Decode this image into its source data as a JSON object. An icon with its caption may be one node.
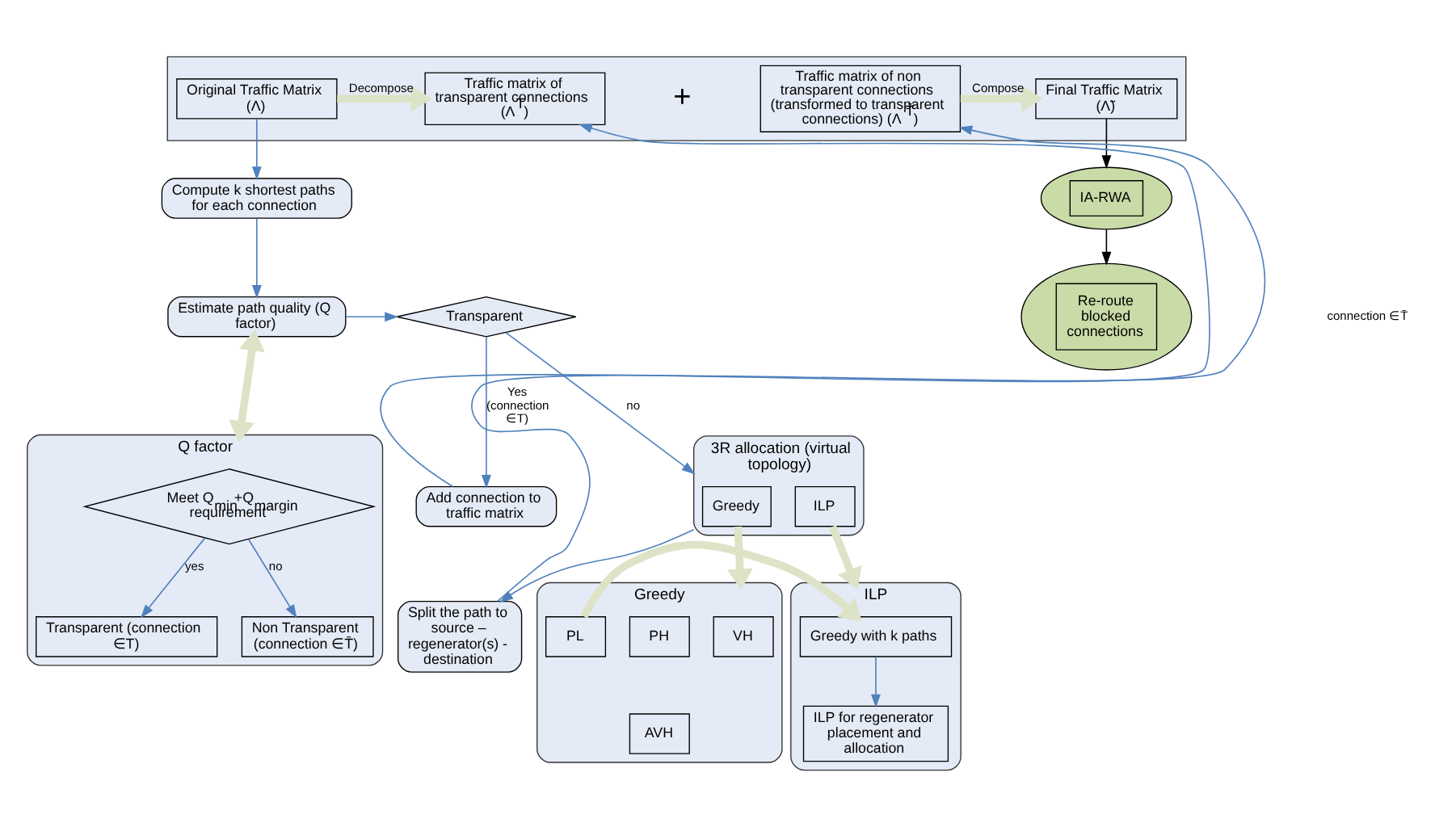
{
  "diagram": {
    "nodes": [
      {
        "text": [],
        "shape": "box"
      },
      {
        "text": [
          "Original Traffic Matrix (Λ)"
        ],
        "in": 0
      },
      {
        "text": [
          "Traffic matrix of transparent connections (Λ$^{T}$)"
        ],
        "in": 0
      },
      {
        "text": [
          "Traffic matrix of non transparent connections (transformed to transparent connections) (Λ$^{T̄}$)"
        ],
        "in": 0
      },
      {
        "text": [
          "Final Traffic Matrix (Λ̃)"
        ],
        "in": 0
      },
      {
        "text": [
          "Compute k shortest paths for each connection"
        ]
      },
      {
        "text": [
          "Estimate path quality (Q factor)"
        ]
      },
      {
        "text": [
          "Transparent"
        ]
      },
      {
        "text": [
          "Add connection to traffic matrix"
        ]
      },
      {
        "text": [
          "3R allocation (virtual topology)"
        ]
      },
      {
        "text": [
          "Greedy"
        ],
        "in": 9
      },
      {
        "text": [
          "ILP"
        ],
        "in": 9
      },
      {
        "text": [
          "Split the path to source – regenerator(s) - destination"
        ]
      },
      {
        "text": [
          "IA-RWA"
        ]
      },
      {
        "text": [
          "Re-route blocked connections"
        ]
      },
      {
        "text": [
          "Q factor"
        ]
      },
      {
        "text": [
          "Meet Q$_{min}$+Q$_{margin}$ requirement"
        ],
        "in": 15
      },
      {
        "text": [
          "Transparent (connection ∈T)"
        ],
        "in": 15
      },
      {
        "text": [
          "Non Transparent (connection ∈T̄)"
        ],
        "in": 15
      },
      {
        "text": [
          "Greedy"
        ]
      },
      {
        "text": [
          "VH"
        ],
        "in": 19
      },
      {
        "text": [
          "PH"
        ],
        "in": 19
      },
      {
        "text": [
          "PL"
        ],
        "in": 19
      },
      {
        "text": [
          "AVH"
        ],
        "in": 19
      },
      {
        "text": [
          "ILP"
        ]
      },
      {
        "text": [
          "Greedy with k paths"
        ],
        "in": 24
      },
      {
        "text": [
          "ILP for regenerator placement and allocation"
        ],
        "in": 24
      }
    ],
    "edges": [
      {
        "from": 1,
        "to": 2,
        "arrow": "to",
        "label": "Decompose",
        "style": "thick",
        "color": "#dde3c6"
      },
      {
        "from": 3,
        "to": 4,
        "arrow": "to",
        "label": "Compose",
        "style": "thick",
        "color": "#dde3c6"
      },
      {
        "from": 1,
        "to": 5,
        "arrow": "to"
      },
      {
        "from": 5,
        "to": 6,
        "arrow": "to"
      },
      {
        "from": 6,
        "to": 7,
        "arrow": "to"
      },
      {
        "from": 7,
        "to": 8,
        "arrow": "to",
        "label": "Yes (connection ∈T)"
      },
      {
        "from": 8,
        "to": 2,
        "arrow": "to"
      },
      {
        "from": 7,
        "to": 9,
        "arrow": "to",
        "label": "no"
      },
      {
        "from": 9,
        "to": 12,
        "arrow": "to"
      },
      {
        "from": 12,
        "to": 3,
        "arrow": "to"
      },
      {
        "from": 4,
        "to": 13,
        "arrow": "to",
        "color": "#000000"
      },
      {
        "from": 13,
        "to": 14,
        "arrow": "to",
        "color": "#000000"
      },
      {
        "from": 6,
        "to": 15,
        "arrow": "both",
        "style": "thick",
        "color": "#dde3c6"
      },
      {
        "from": 16,
        "to": 17,
        "arrow": "to",
        "label": "yes"
      },
      {
        "from": 16,
        "to": 18,
        "arrow": "to",
        "label": "no"
      },
      {
        "from": 10,
        "to": 19,
        "arrow": "to",
        "style": "thick",
        "color": "#dde3c6"
      },
      {
        "from": 11,
        "to": 24,
        "arrow": "to",
        "style": "thick",
        "color": "#dde3c6"
      },
      {
        "from": 22,
        "to": 25,
        "arrow": "to",
        "style": "thick",
        "color": "#dde3c6"
      },
      {
        "from": 25,
        "to": 26,
        "arrow": "to"
      }
    ],
    "labels": [
      "+",
      "connection ∈T̄"
    ]
  }
}
